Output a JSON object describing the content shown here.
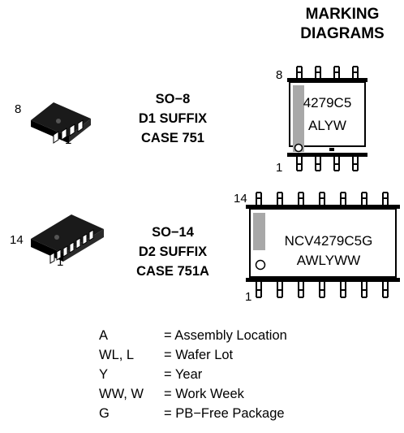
{
  "header": {
    "line1": "MARKING",
    "line2": "DIAGRAMS"
  },
  "so8": {
    "pkg_line1": "SO−8",
    "pkg_line2": "D1 SUFFIX",
    "pkg_line3": "CASE 751",
    "photo_pin_high": "8",
    "photo_pin_low": "1",
    "diag_pin_high": "8",
    "diag_pin_low": "1",
    "mark_line1": "4279C5",
    "mark_line2": "ALYW"
  },
  "so14": {
    "pkg_line1": "SO−14",
    "pkg_line2": "D2 SUFFIX",
    "pkg_line3": "CASE 751A",
    "photo_pin_high": "14",
    "photo_pin_low": "1",
    "diag_pin_high": "14",
    "diag_pin_low": "1",
    "mark_line1": "NCV4279C5G",
    "mark_line2": "AWLYWW"
  },
  "legend": [
    {
      "key": "A",
      "value": "= Assembly Location"
    },
    {
      "key": "WL, L",
      "value": "= Wafer Lot"
    },
    {
      "key": "Y",
      "value": "= Year"
    },
    {
      "key": "WW, W",
      "value": "= Work Week"
    },
    {
      "key": "G",
      "value": "= PB−Free Package"
    }
  ],
  "colors": {
    "pin1_band": "#a8a8a8",
    "outline": "#000000"
  }
}
